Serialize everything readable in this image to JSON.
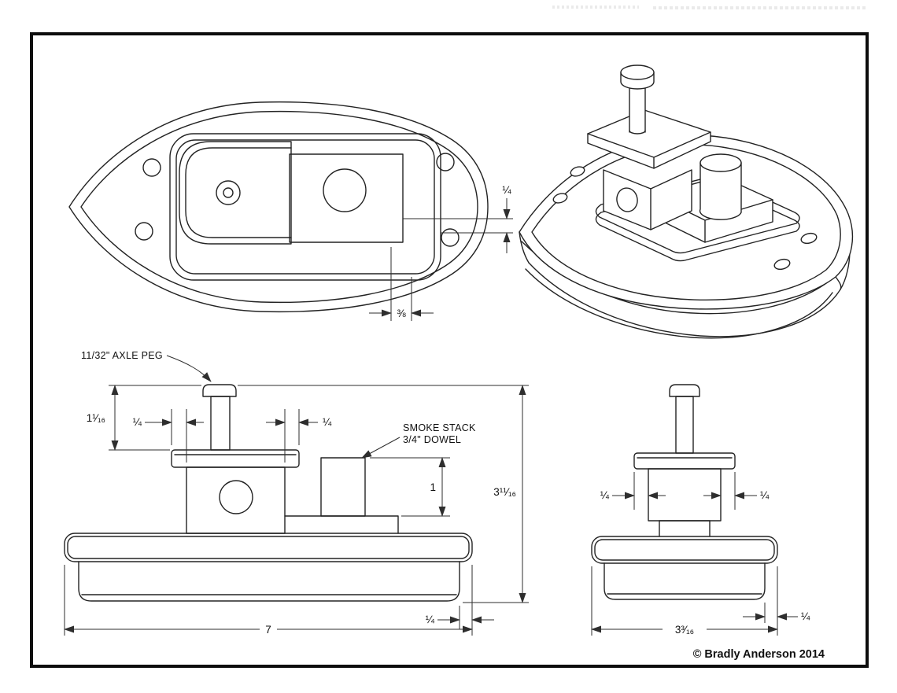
{
  "page": {
    "copyright": "© Bradly Anderson 2014"
  },
  "top_view": {
    "dim_rim": "¼",
    "dim_offset": "⅜"
  },
  "side_view": {
    "axle_peg_label": "11/32\" AXLE PEG",
    "smoke_stack_label_1": "SMOKE STACK",
    "smoke_stack_label_2": "3/4\" DOWEL",
    "dim_peg_height": "1¹⁄₁₆",
    "dim_cap_overhang_left": "¼",
    "dim_cap_overhang_right": "¼",
    "dim_stack_height": "1",
    "dim_overall_height": "3¹¹⁄₁₆",
    "dim_rub_rail": "¼",
    "dim_overall_length": "7"
  },
  "end_view": {
    "dim_cap_overhang_left": "¼",
    "dim_cap_overhang_right": "¼",
    "dim_overall_width": "3³⁄₁₆",
    "dim_rub_rail": "¼"
  }
}
